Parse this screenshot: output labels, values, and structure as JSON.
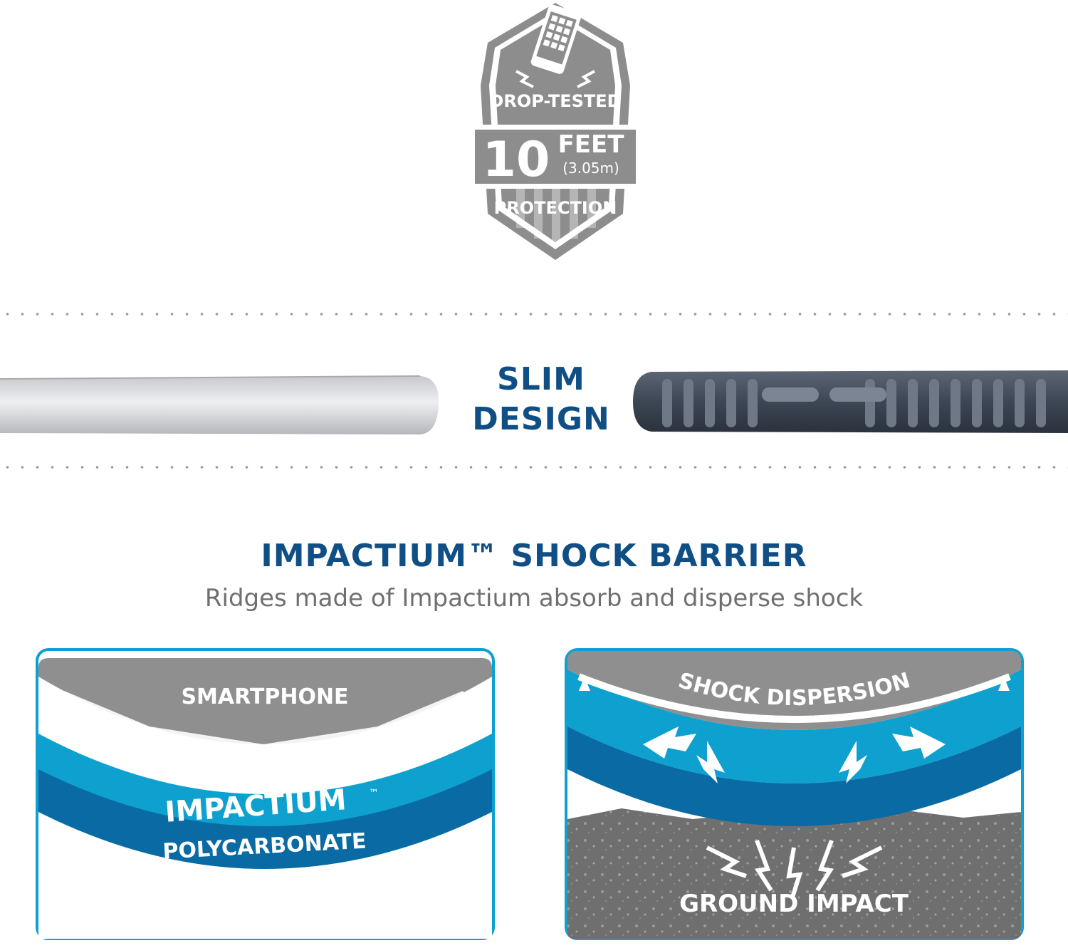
{
  "badge": {
    "line1": "DROP-TESTED",
    "number": "10",
    "unit": "FEET",
    "metric": "(3.05m)",
    "line3": "PROTECTION",
    "icon": "phone-drop-icon"
  },
  "slim": {
    "line1": "SLIM",
    "line2": "DESIGN"
  },
  "shock": {
    "title": "IMPACTIUM™ SHOCK BARRIER",
    "subtitle": "Ridges made of Impactium absorb and disperse shock"
  },
  "left_panel": {
    "smartphone": "SMARTPHONE",
    "impactium": "IMPACTIUM",
    "tm": "™",
    "polycarbonate": "POLYCARBONATE"
  },
  "right_panel": {
    "dispersion": "SHOCK DISPERSION",
    "ground": "GROUND IMPACT"
  },
  "colors": {
    "brand_blue": "#0f4f86",
    "light_blue": "#0ea1cf",
    "mid_blue": "#0a6aa3",
    "gray": "#8f8f8f",
    "dark_gray": "#6f6f6f"
  }
}
